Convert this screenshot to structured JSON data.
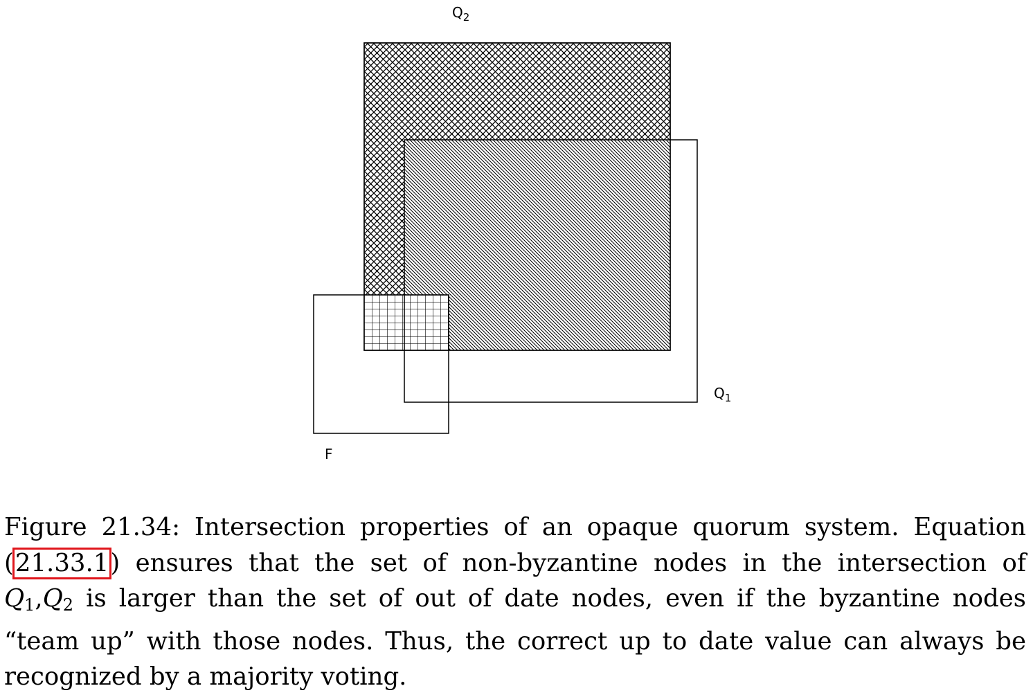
{
  "diagram": {
    "label_q2": "Q",
    "label_q2_sub": "2",
    "label_q1": "Q",
    "label_q1_sub": "1",
    "label_f": "F"
  },
  "caption": {
    "figure_label": "Figure 21.34:",
    "sentence1": "Intersection properties of an opaque quorum system.",
    "word_equation": "Equation",
    "paren_open": "(",
    "eq_ref": "21.33.1",
    "paren_close": ")",
    "line2_rest": "ensures that the set of non-byzantine nodes in the intersection of",
    "q1": "Q",
    "q1_sub": "1",
    "comma": ",",
    "q2": "Q",
    "q2_sub": "2",
    "line3_rest": "is larger than the set of out of date nodes, even if the byzantine nodes",
    "line4": "“team up” with those nodes. Thus, the correct up to date value can always be",
    "line5": "recognized by a majority voting."
  }
}
